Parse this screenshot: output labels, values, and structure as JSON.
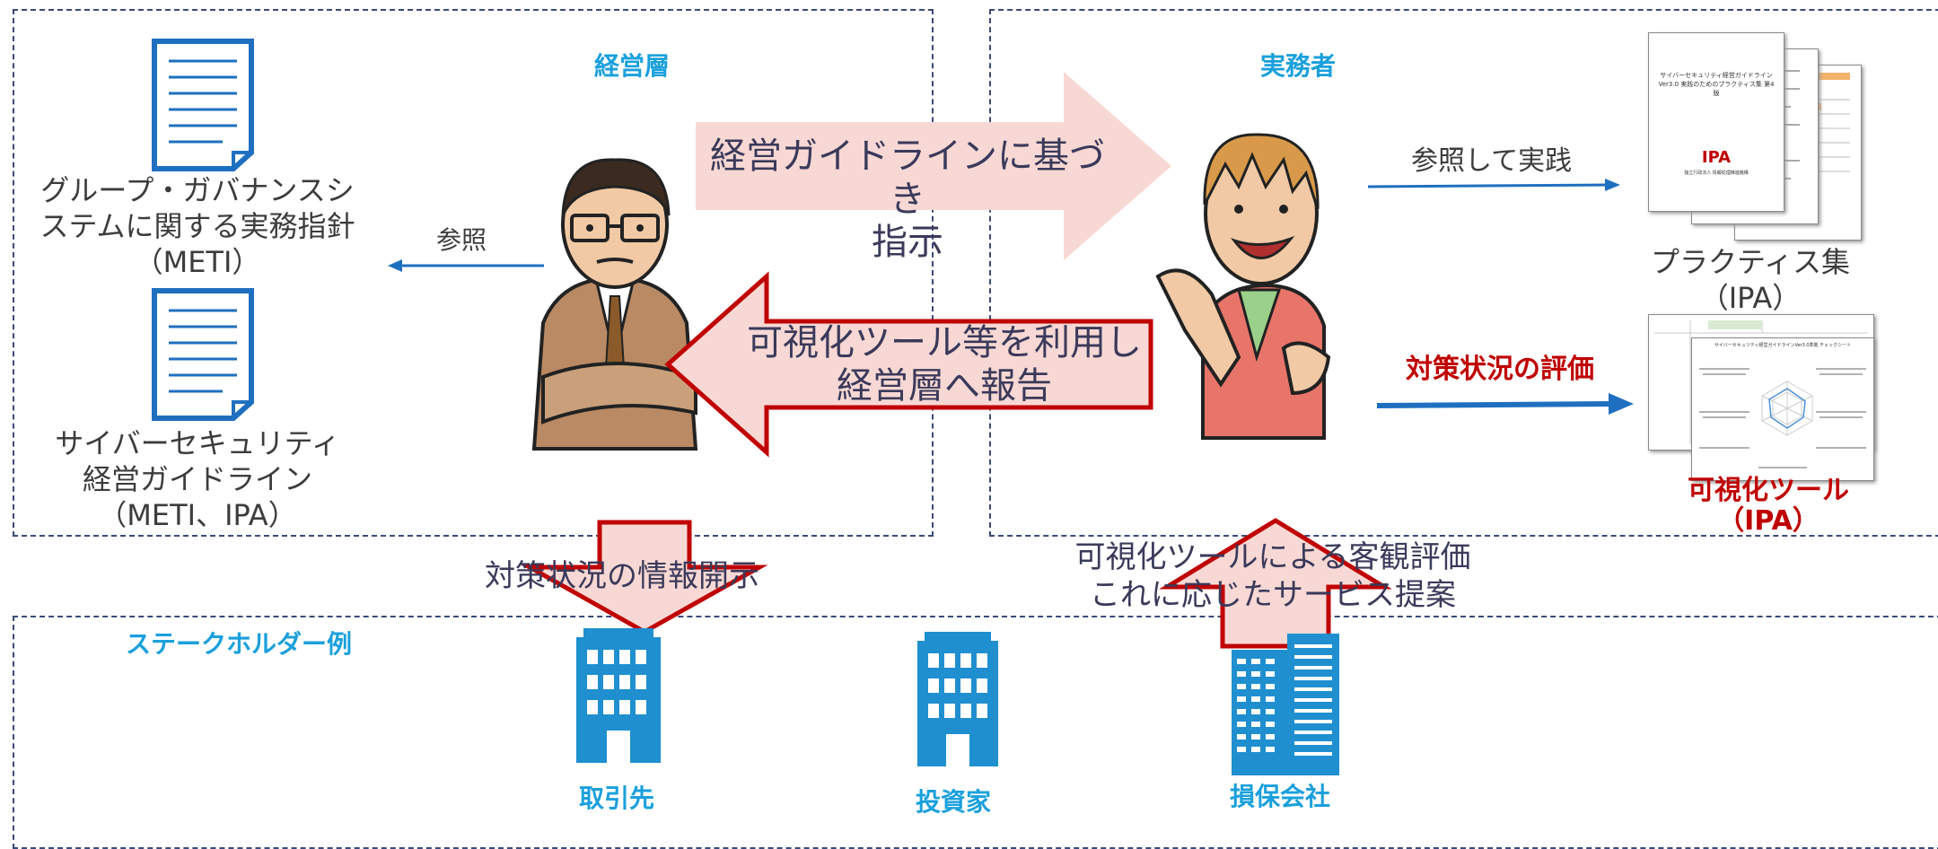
{
  "sections": {
    "management": "経営層",
    "practitioner": "実務者",
    "stakeholder": "ステークホルダー例"
  },
  "documents": {
    "group_gov": "グループ・ガバナンスシステムに関する実務指針（METI）",
    "group_gov_l1": "グループ・ガバナンスシ",
    "group_gov_l2": "ステムに関する実務指針",
    "group_gov_l3": "（METI）",
    "cyber_guide_l1": "サイバーセキュリティ",
    "cyber_guide_l2": "経営ガイドライン",
    "cyber_guide_l3": "（METI、IPA）",
    "practice_l1": "プラクティス集",
    "practice_l2": "（IPA）",
    "vis_tool_l1": "可視化ツール",
    "vis_tool_l2": "（IPA）",
    "practice_doc_title": "サイバーセキュリティ経営ガイドラインVer3.0 実践のためのプラクティス集 第4版",
    "practice_doc_logo": "IPA",
    "practice_doc_org": "独立行政法人 情報処理推進機構",
    "vis_doc_title": "サイバーセキュリティ経営ガイドラインVer3.0準拠 チェックシート"
  },
  "arrows": {
    "reference": "参照",
    "reference_practice": "参照して実践",
    "evaluation": "対策状況の評価",
    "instruct_l1": "経営ガイドラインに基づき",
    "instruct_l2": "指示",
    "report_l1": "可視化ツール等を利用し",
    "report_l2": "経営層へ報告",
    "disclose": "対策状況の情報開示",
    "objective_l1": "可視化ツールによる客観評価",
    "objective_l2": "これに応じたサービス提案"
  },
  "stakeholders": [
    {
      "label": "取引先",
      "icon": "office-building-icon"
    },
    {
      "label": "投資家",
      "icon": "office-building-icon"
    },
    {
      "label": "損保会社",
      "icon": "tall-buildings-icon"
    }
  ],
  "colors": {
    "accent_blue": "#1aa0dc",
    "arrow_line": "#1f6fc0",
    "red": "#c00000",
    "pink_fill": "#f8d8d4",
    "building": "#1f8fd0"
  }
}
